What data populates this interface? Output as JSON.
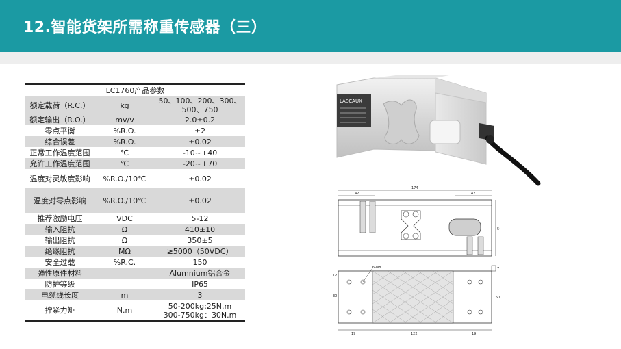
{
  "header": {
    "title": "12.智能货架所需称重传感器（三）"
  },
  "table": {
    "caption": "LC1760产品参数",
    "rows": [
      {
        "param": "额定载荷（R.C.）",
        "unit": "kg",
        "value": "50、100、200、300、500、750"
      },
      {
        "param": "额定输出（R.O.）",
        "unit": "mv/v",
        "value": "2.0±0.2"
      },
      {
        "param": "零点平衡",
        "unit": "%R.O.",
        "value": "±2"
      },
      {
        "param": "综合误差",
        "unit": "%R.O.",
        "value": "±0.02"
      },
      {
        "param": "正常工作温度范围",
        "unit": "℃",
        "value": "-10~+40"
      },
      {
        "param": "允许工作温度范围",
        "unit": "℃",
        "value": "-20~+70"
      },
      {
        "param": "温度对灵敏度影响",
        "unit": "%R.O./10℃",
        "value": "±0.02"
      },
      {
        "param": "温度对零点影响",
        "unit": "%R.O./10℃",
        "value": "±0.02"
      },
      {
        "param": "推荐激励电压",
        "unit": "VDC",
        "value": "5-12"
      },
      {
        "param": "输入阻抗",
        "unit": "Ω",
        "value": "410±10"
      },
      {
        "param": "输出阻抗",
        "unit": "Ω",
        "value": "350±5"
      },
      {
        "param": "绝缘阻抗",
        "unit": "MΩ",
        "value": "≥5000（50VDC）"
      },
      {
        "param": "安全过载",
        "unit": "%R.C.",
        "value": "150"
      },
      {
        "param": "弹性原件材料",
        "unit": "",
        "value": "Alumnium铝合金"
      },
      {
        "param": "防护等级",
        "unit": "",
        "value": "IP65"
      },
      {
        "param": "电缆线长度",
        "unit": "m",
        "value": "3"
      },
      {
        "param": "拧紧力矩",
        "unit": "N.m",
        "value": "50-200kg:25N.m\n300-750kg：30N.m"
      }
    ]
  },
  "drawing": {
    "dims": {
      "total": "174",
      "d42a": "42",
      "d42b": "42",
      "h54": "54",
      "thread": "6-M8",
      "d12": "12",
      "d19a": "19",
      "d122": "122",
      "d19b": "19",
      "d30": "30",
      "d50": "50",
      "d7": "7"
    }
  },
  "sensor_label": {
    "brand": "LASCAUX"
  }
}
